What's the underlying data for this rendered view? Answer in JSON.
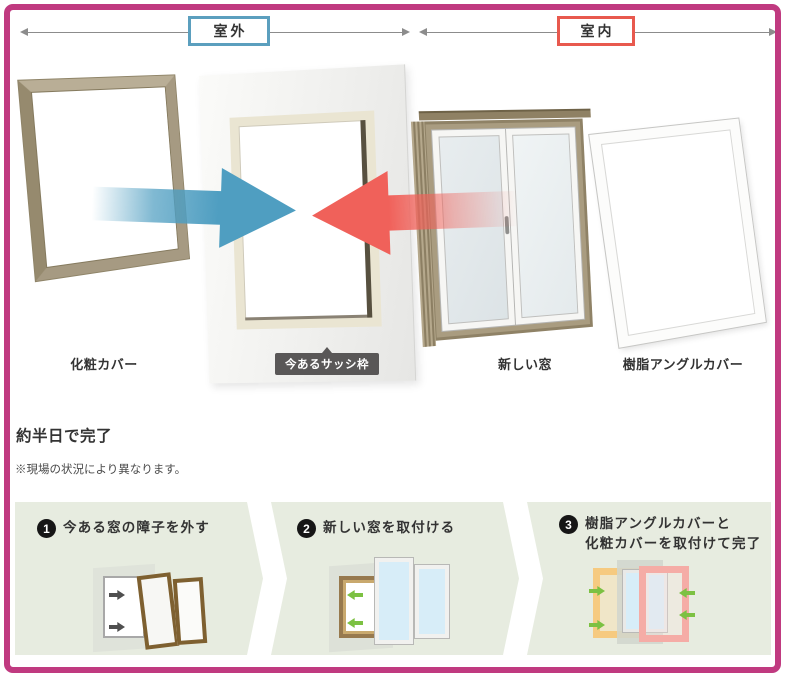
{
  "canvas": {
    "border_color": "#C03A80",
    "background": "#FFFFFF"
  },
  "legend": {
    "outdoor_label": "室外",
    "outdoor_color": "#5B9FBE",
    "indoor_label": "室内",
    "indoor_color": "#E8594E"
  },
  "parts": {
    "cover_label": "化粧カバー",
    "existing_sash_label": "今あるサッシ枠",
    "new_window_label": "新しい窓",
    "resin_cover_label": "樹脂アングルカバー"
  },
  "arrows": {
    "outdoor_arrow_color": "#4F9EC1",
    "indoor_arrow_color": "#F0615A"
  },
  "summary": {
    "heading": "約半日で完了",
    "note": "※現場の状況により異なります。"
  },
  "steps": [
    {
      "number": "1",
      "line1": "今ある窓の障子を外す",
      "line2": ""
    },
    {
      "number": "2",
      "line1": "新しい窓を取付ける",
      "line2": ""
    },
    {
      "number": "3",
      "line1": "樹脂アングルカバーと",
      "line2": "化粧カバーを取付けて完了"
    }
  ],
  "step_panel_color": "#E7ECE0",
  "step_arrow_color": "#7CC142"
}
